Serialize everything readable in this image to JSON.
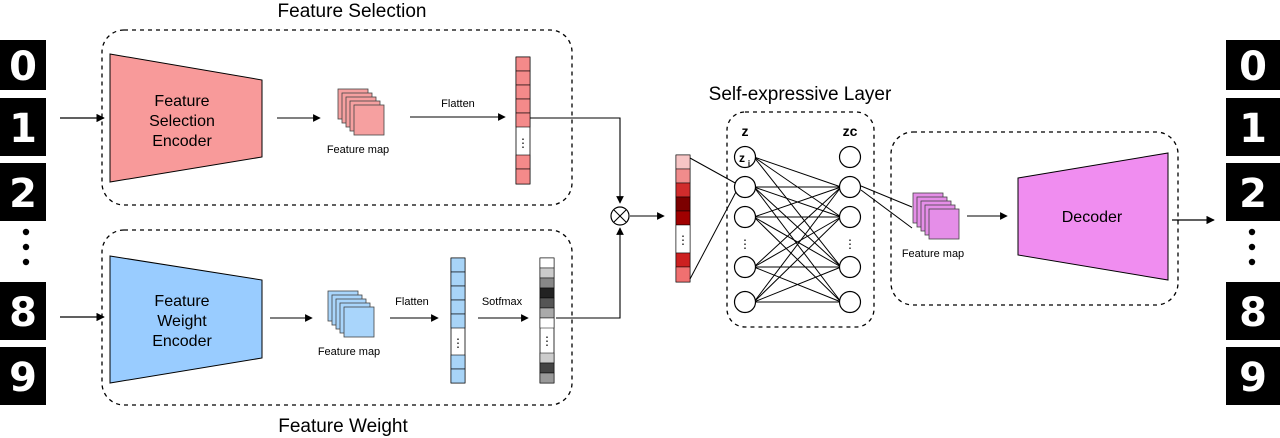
{
  "titles": {
    "feature_selection": "Feature Selection",
    "feature_weight": "Feature Weight",
    "self_expressive": "Self-expressive Layer"
  },
  "encoders": {
    "selection": [
      "Feature",
      "Selection",
      "Encoder"
    ],
    "weight": [
      "Feature",
      "Weight",
      "Encoder"
    ]
  },
  "decoder": "Decoder",
  "feature_map_label": "Feature map",
  "flatten_label": "Flatten",
  "softmax_label": "Sotfmax",
  "ellipsis": "⋮",
  "z_label": "z",
  "zc_label": "zc",
  "zi_label": "z",
  "zi_sub": "i",
  "multiply_symbol": "⊗",
  "input_digits": [
    "0",
    "1",
    "2",
    "8",
    "9"
  ],
  "output_digits": [
    "0",
    "1",
    "2",
    "8",
    "9"
  ],
  "colors": {
    "selection_encoder": "#f89a9a",
    "weight_encoder": "#99ccff",
    "decoder": "#f08df0",
    "selection_map": "#f6a0a0",
    "weight_map": "#a9d5fb",
    "decoder_map": "#e58ee8",
    "flatten_red": "#f48a8a",
    "flatten_blue": "#a8d4f7"
  },
  "softmax_shades": [
    "#ffffff",
    "#cccccc",
    "#888888",
    "#222222",
    "#555555",
    "#aaaaaa",
    "#ffffff",
    "#cccccc",
    "#444444",
    "#999999"
  ],
  "concat_shades": [
    "#f7c5c5",
    "#f08c8c",
    "#d12c2c",
    "#7c0000",
    "#a00000",
    "#ffffff",
    "#cc2020",
    "#f07070"
  ]
}
